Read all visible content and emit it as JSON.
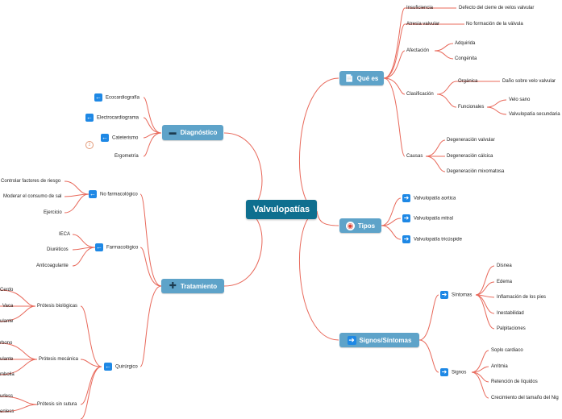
{
  "root": {
    "label": "Valvulopatías"
  },
  "que_es": {
    "label": "Qué es",
    "insuficiencia": {
      "label": "Insuficiencia",
      "detail": "Defecto del cierre de velos valvular"
    },
    "atresia": {
      "label": "Atresia valvular",
      "detail": "No formación de la válvula"
    },
    "afectacion": {
      "label": "Afectación",
      "items": [
        "Adquirida",
        "Congénita"
      ]
    },
    "clasificacion": {
      "label": "Clasificación",
      "organica": {
        "label": "Orgánica",
        "detail": "Daño sobre velo valvular"
      },
      "funcionales": {
        "label": "Funcionales",
        "items": [
          "Velo sano",
          "Valvulopatía secundaria"
        ]
      }
    },
    "causas": {
      "label": "Causas",
      "items": [
        "Degeneración valvular",
        "Degeneración cálcica",
        "Degeneración mixomatosa"
      ]
    }
  },
  "tipos": {
    "label": "Tipos",
    "items": [
      "Valvulopatía aortica",
      "Valvulopatía mitral",
      "Valvulopatía tricúspide"
    ]
  },
  "signos": {
    "label": "Signos/Síntomas",
    "sintomas": {
      "label": "Síntomas",
      "items": [
        "Disnea",
        "Edema",
        "Inflamación de los pies",
        "Inestabilidad",
        "Palpitaciones"
      ]
    },
    "signos": {
      "label": "Signos",
      "items": [
        "Soplo cardiaco",
        "Arritmia",
        "Retención de líquidos",
        "Crecimiento del tamaño del Nig"
      ]
    }
  },
  "diagnostico": {
    "label": "Diagnóstico",
    "items": [
      "Ecocardiografía",
      "Electrocardiograma",
      "Cateterismo",
      "Ergometría"
    ],
    "badge": "2"
  },
  "tratamiento": {
    "label": "Tratamiento",
    "no_farmacologico": {
      "label": "No farmacológico",
      "items": [
        "Controlar factores de riesgo",
        "Moderar el consumo de sal",
        "Ejercicio"
      ]
    },
    "farmacologico": {
      "label": "Farmacológico",
      "items": [
        "IECA",
        "Diuréticos",
        "Anticoagulante"
      ]
    },
    "quirurgico": {
      "label": "Quirúrgico",
      "biologicas": {
        "label": "Prótesis biológicas",
        "items": [
          "Cerdo",
          "Vaca",
          "ulante"
        ]
      },
      "mecanica": {
        "label": "Prótesis mecánica",
        "items": [
          "rbono",
          "ulante",
          "mbolia"
        ]
      },
      "sin_sutura": {
        "label": "Prótesis sin sutura",
        "items": [
          "urless",
          "enless"
        ]
      }
    }
  },
  "colors": {
    "root": "#0f6f8f",
    "main": "#5ea3c9",
    "link": "#e8685a",
    "icon": "#1e88e5"
  },
  "icons": {
    "que_es": "document-icon",
    "tipos": "target-icon",
    "signos": "arrow-right-icon",
    "diagnostico": "minus-icon",
    "tratamiento": "plus-icon",
    "left": "arrow-left-icon",
    "right": "arrow-right-icon"
  }
}
